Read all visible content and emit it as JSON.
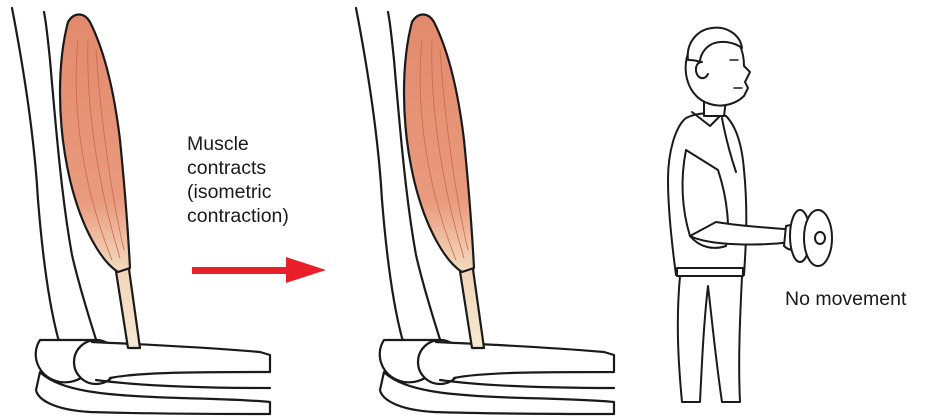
{
  "labels": {
    "contraction_lines": [
      "Muscle",
      "contracts",
      "(isometric",
      "contraction)"
    ],
    "no_movement": "No movement"
  },
  "colors": {
    "muscle": "#e58f73",
    "muscle_dark": "#c9694d",
    "tendon": "#f3e3c6",
    "arrow": "#e8202a",
    "outline": "#1a1a1a"
  },
  "icons": {
    "arrow": "right-arrow-icon",
    "figure": "person-holding-dumbbell-illustration"
  }
}
